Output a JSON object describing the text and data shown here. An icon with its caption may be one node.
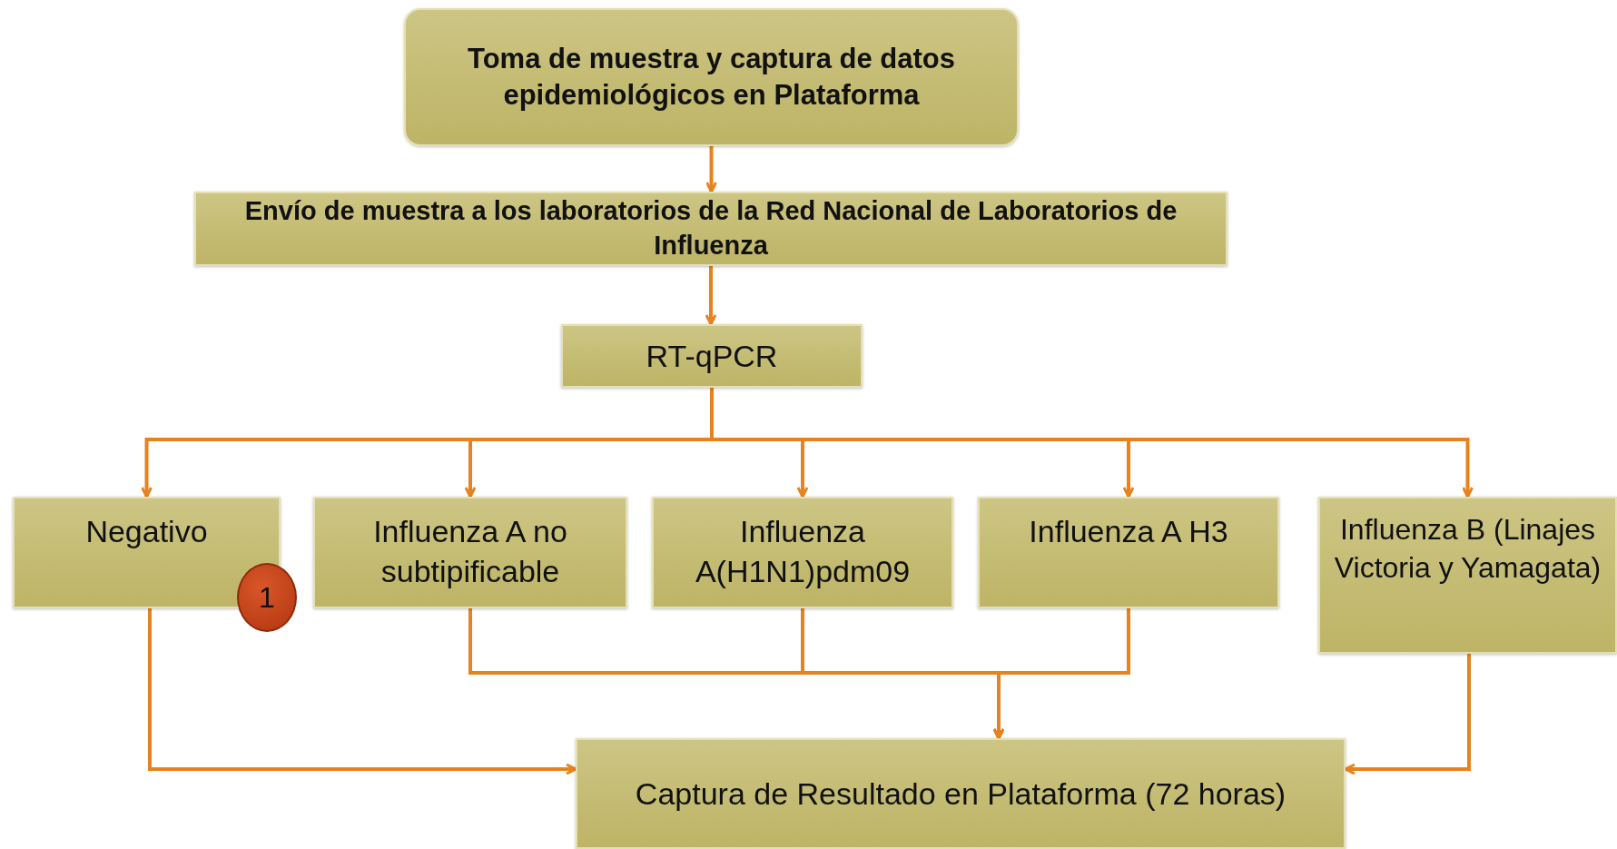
{
  "diagram": {
    "nodes": [
      {
        "text": [
          "Toma de muestra y captura de datos epidemiológicos en Plataforma"
        ]
      },
      {
        "text": [
          "Envío de muestra a los laboratorios de la Red Nacional de Laboratorios de Influenza"
        ]
      },
      {
        "text": [
          "RT-qPCR"
        ]
      },
      {
        "text": [
          "Negativo"
        ]
      },
      {
        "text": [
          "Influenza A no subtipificable"
        ]
      },
      {
        "text": [
          "Influenza A(H1N1)pdm09"
        ]
      },
      {
        "text": [
          "Influenza A H3"
        ]
      },
      {
        "text": [
          "Influenza B (Linajes Victoria y Yamagata)"
        ]
      },
      {
        "text": [
          "Captura de Resultado en Plataforma (72 horas)"
        ]
      }
    ],
    "edges": [
      {
        "from": 0,
        "to": 1,
        "arrow": "to"
      },
      {
        "from": 1,
        "to": 2,
        "arrow": "to"
      },
      {
        "from": 2,
        "to": 3,
        "arrow": "to"
      },
      {
        "from": 2,
        "to": 4,
        "arrow": "to"
      },
      {
        "from": 2,
        "to": 5,
        "arrow": "to"
      },
      {
        "from": 2,
        "to": 6,
        "arrow": "to"
      },
      {
        "from": 2,
        "to": 7,
        "arrow": "to"
      },
      {
        "from": 3,
        "to": 8,
        "arrow": "to"
      },
      {
        "from": 4,
        "to": 8,
        "arrow": "to"
      },
      {
        "from": 5,
        "to": 8,
        "arrow": "to"
      },
      {
        "from": 6,
        "to": 8,
        "arrow": "to"
      },
      {
        "from": 7,
        "to": 8,
        "arrow": "to"
      }
    ],
    "labels": [
      "1"
    ]
  }
}
